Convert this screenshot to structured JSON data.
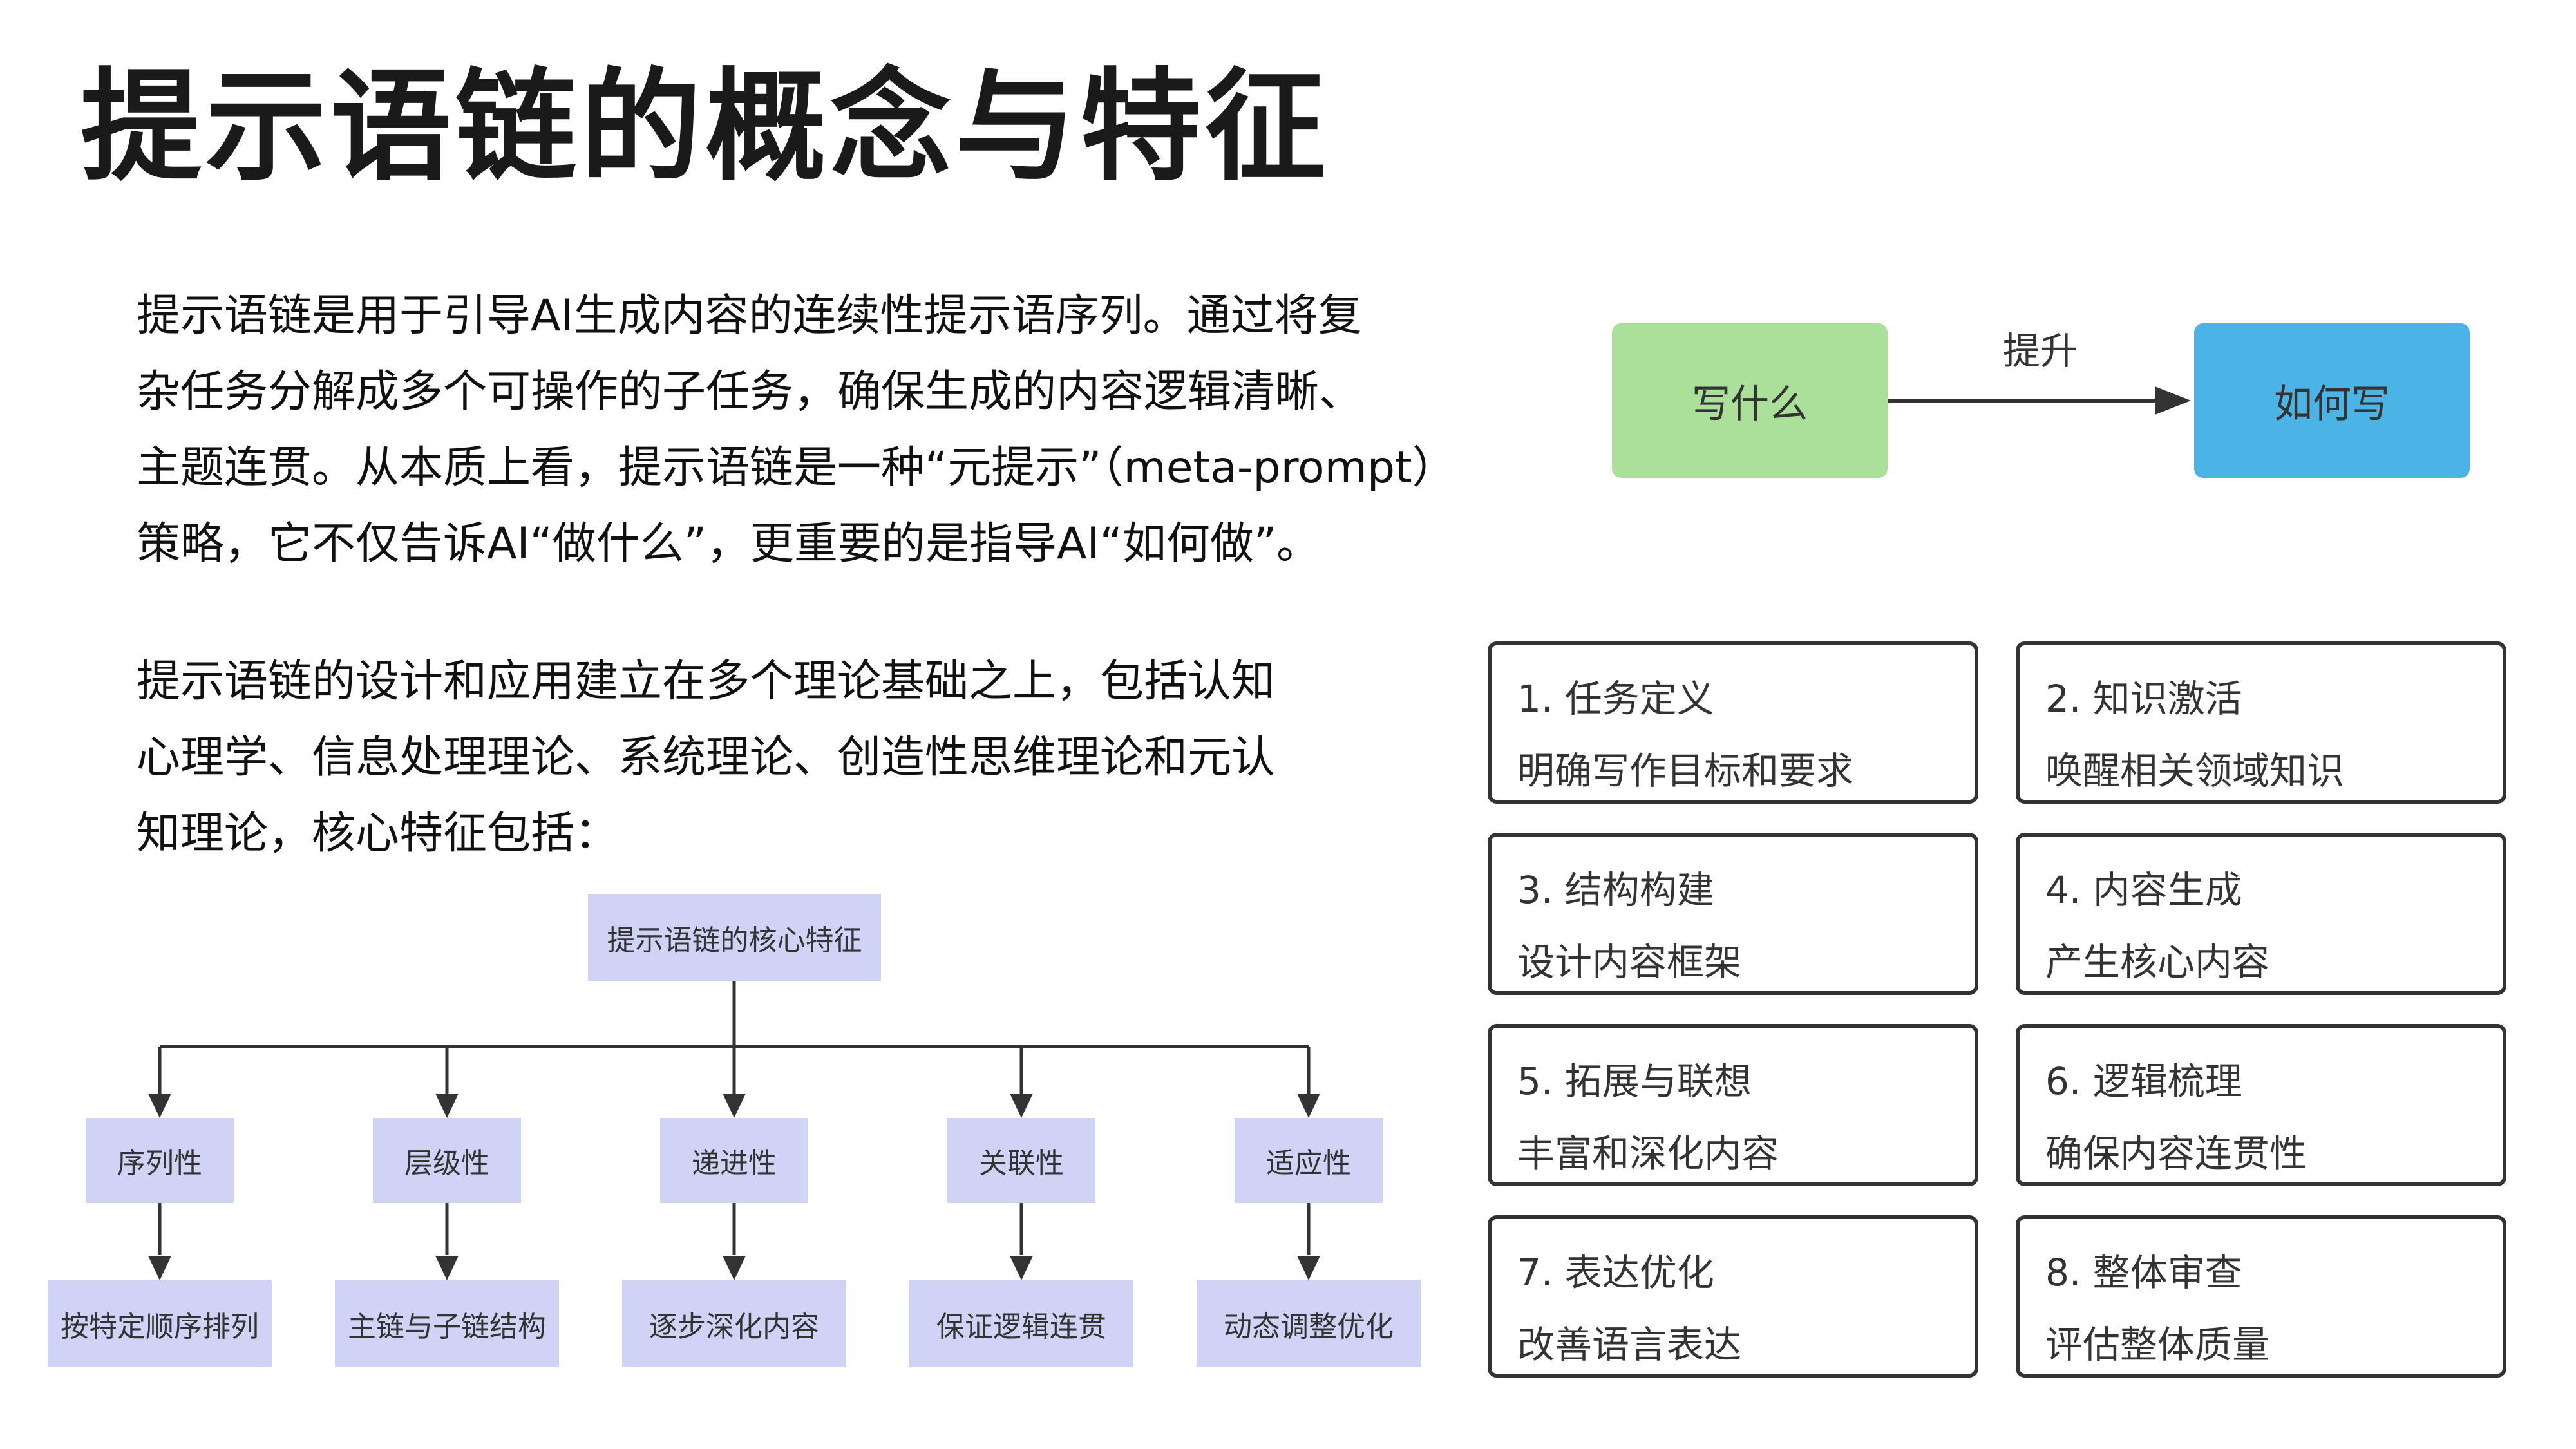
{
  "colors": {
    "flow_from_bg": "#ABE09A",
    "flow_to_bg": "#4BB3E6",
    "tree_node_bg": "#CFD3F6",
    "line": "#333333"
  },
  "title": "提示语链的概念与特征",
  "para1": [
    "提示语链是用于引导AI生成内容的连续性提示语序列。通过将复",
    "杂任务分解成多个可操作的子任务，确保生成的内容逻辑清晰、",
    "主题连贯。从本质上看，提示语链是一种“元提示”（meta-prompt）",
    "策略，它不仅告诉AI“做什么”，更重要的是指导AI“如何做”。"
  ],
  "para2": [
    "提示语链的设计和应用建立在多个理论基础之上，包括认知",
    "心理学、信息处理理论、系统理论、创造性思维理论和元认",
    "知理论，核心特征包括："
  ],
  "flow": {
    "from": "写什么",
    "to": "如何写",
    "label": "提升"
  },
  "steps": [
    {
      "title": "1. 任务定义",
      "desc": "明确写作目标和要求"
    },
    {
      "title": "2. 知识激活",
      "desc": "唤醒相关领域知识"
    },
    {
      "title": "3. 结构构建",
      "desc": "设计内容框架"
    },
    {
      "title": "4. 内容生成",
      "desc": "产生核心内容"
    },
    {
      "title": "5. 拓展与联想",
      "desc": "丰富和深化内容"
    },
    {
      "title": "6. 逻辑梳理",
      "desc": "确保内容连贯性"
    },
    {
      "title": "7. 表达优化",
      "desc": "改善语言表达"
    },
    {
      "title": "8. 整体审查",
      "desc": "评估整体质量"
    }
  ],
  "tree": {
    "root": "提示语链的核心特征",
    "features": [
      {
        "name": "序列性",
        "detail": "按特定顺序排列"
      },
      {
        "name": "层级性",
        "detail": "主链与子链结构"
      },
      {
        "name": "递进性",
        "detail": "逐步深化内容"
      },
      {
        "name": "关联性",
        "detail": "保证逻辑连贯"
      },
      {
        "name": "适应性",
        "detail": "动态调整优化"
      }
    ]
  }
}
